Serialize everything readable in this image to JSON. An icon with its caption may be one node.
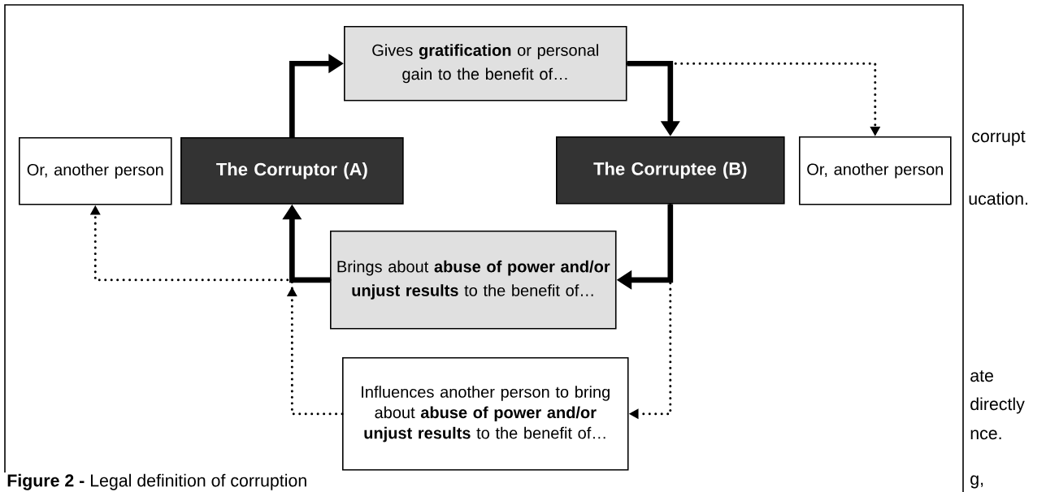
{
  "diagram": {
    "caption": "**Figure 2 -** Legal definition of corruption",
    "nodes": [
      {
        "text": [
          "Gives **gratification** or personal gain to the benefit of…"
        ]
      },
      {
        "text": [
          "Or, another person"
        ]
      },
      {
        "text": [
          "The Corruptor (A)"
        ]
      },
      {
        "text": [
          "The Corruptee (B)"
        ]
      },
      {
        "text": [
          "Or, another person"
        ]
      },
      {
        "text": [
          "Brings about **abuse of power and/or unjust results** to the benefit of…"
        ]
      },
      {
        "text": [
          "Influences another person to bring about **abuse of power and/or unjust results** to the benefit of…"
        ]
      }
    ],
    "edges": [
      {
        "from": 2,
        "to": 0,
        "arrow": "to",
        "style": "thick"
      },
      {
        "from": 0,
        "to": 3,
        "arrow": "to",
        "style": "thick"
      },
      {
        "from": 0,
        "to": 4,
        "arrow": "to",
        "style": "dashed"
      },
      {
        "from": 3,
        "to": 5,
        "arrow": "to",
        "style": "thick"
      },
      {
        "from": 5,
        "to": 2,
        "arrow": "to",
        "style": "thick"
      },
      {
        "from": 5,
        "to": 1,
        "arrow": "to",
        "style": "dashed"
      },
      {
        "from": 3,
        "to": 6,
        "arrow": "to",
        "style": "dashed"
      },
      {
        "from": 6,
        "to": 2,
        "arrow": "to",
        "style": "dashed"
      }
    ],
    "labels": [
      "corrupt",
      "ucation.",
      "ate",
      "directly",
      "nce.",
      "g,"
    ]
  }
}
